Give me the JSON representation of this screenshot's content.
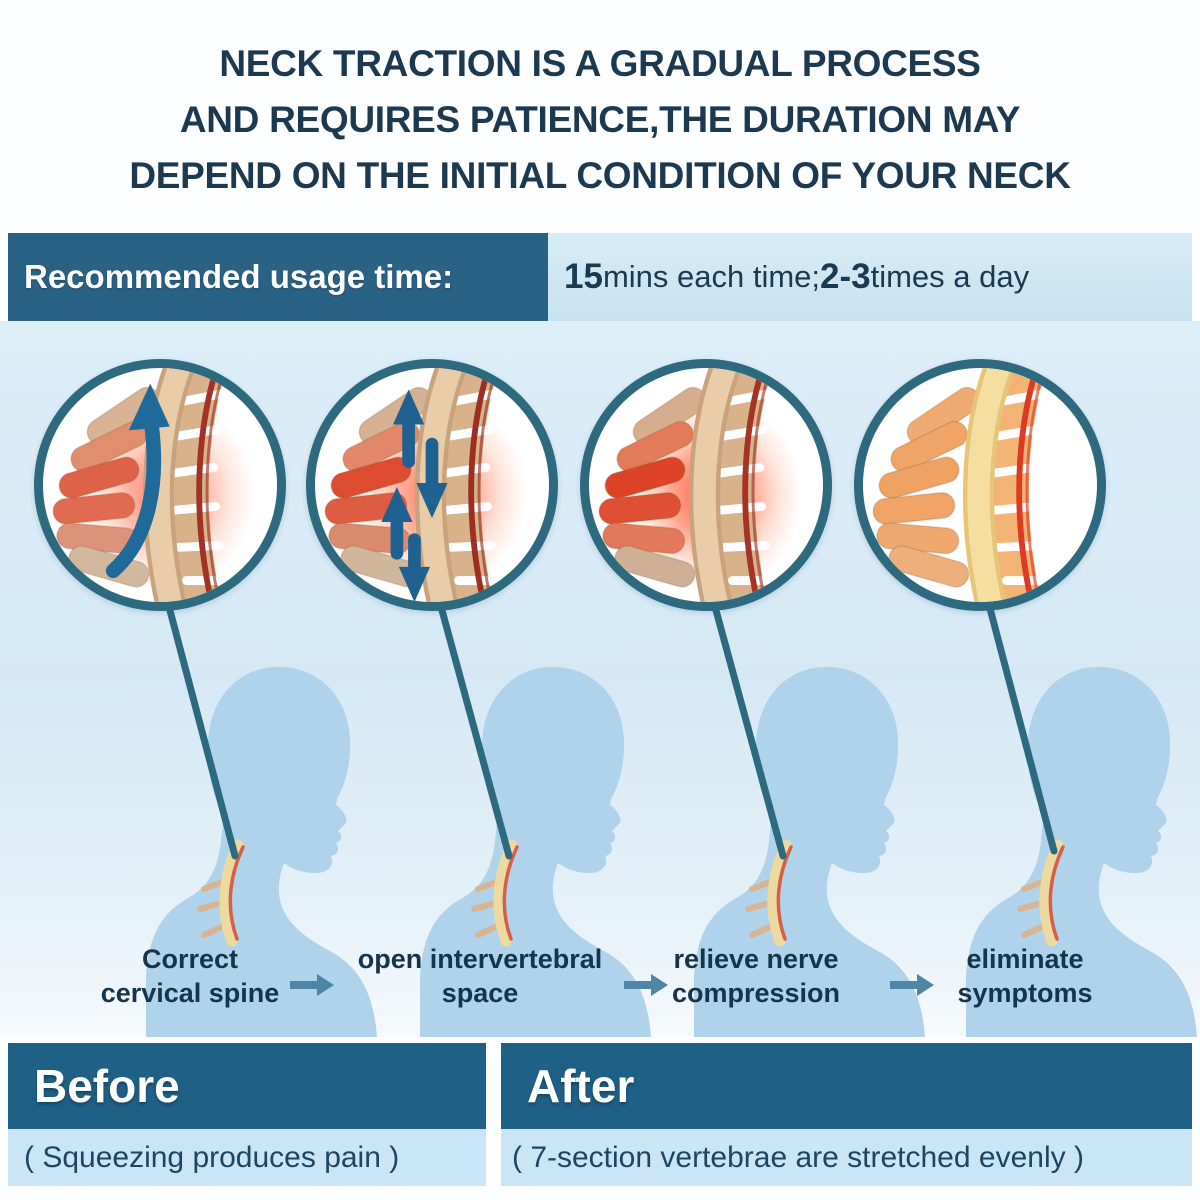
{
  "headline": {
    "line1": "NECK TRACTION IS A GRADUAL PROCESS",
    "line2": "AND REQUIRES PATIENCE,THE DURATION MAY",
    "line3": "DEPEND ON THE INITIAL CONDITION OF YOUR NECK"
  },
  "usage_banner": {
    "label": "Recommended usage time:",
    "duration_value": "15",
    "duration_unit": "mins each time; ",
    "frequency_value": "2-3",
    "frequency_unit": " times a day"
  },
  "process_steps": [
    {
      "icon": "spine-correct-zoom-icon",
      "caption_line1": "Correct",
      "caption_line2": "cervical spine"
    },
    {
      "icon": "spine-open-space-zoom-icon",
      "caption_line1": "open intervertebral",
      "caption_line2": "space"
    },
    {
      "icon": "spine-nerve-relief-zoom-icon",
      "caption_line1": "relieve nerve",
      "caption_line2": "compression"
    },
    {
      "icon": "spine-healthy-zoom-icon",
      "caption_line1": "eliminate",
      "caption_line2": "symptoms"
    }
  ],
  "comparison": {
    "before": {
      "title": "Before",
      "note": "( Squeezing produces pain )"
    },
    "after": {
      "title": "After",
      "note": "( 7-section vertebrae are stretched evenly )"
    }
  },
  "palette": {
    "headline_text": "#1d3950",
    "banner_dark": "#2a6286",
    "banner_light": "#cde6f3",
    "circle_ring": "#2d6a80",
    "silhouette_blue": "#aed3ea",
    "main_background": "#d7eaf6",
    "panel_header": "#1f6086",
    "panel_body": "#c9e5f6",
    "step_arrow": "#4e86a4",
    "traction_arrow_blue": "#1f6a99",
    "inflamed_red": "#dd4427",
    "healthy_orange": "#f0a465"
  }
}
